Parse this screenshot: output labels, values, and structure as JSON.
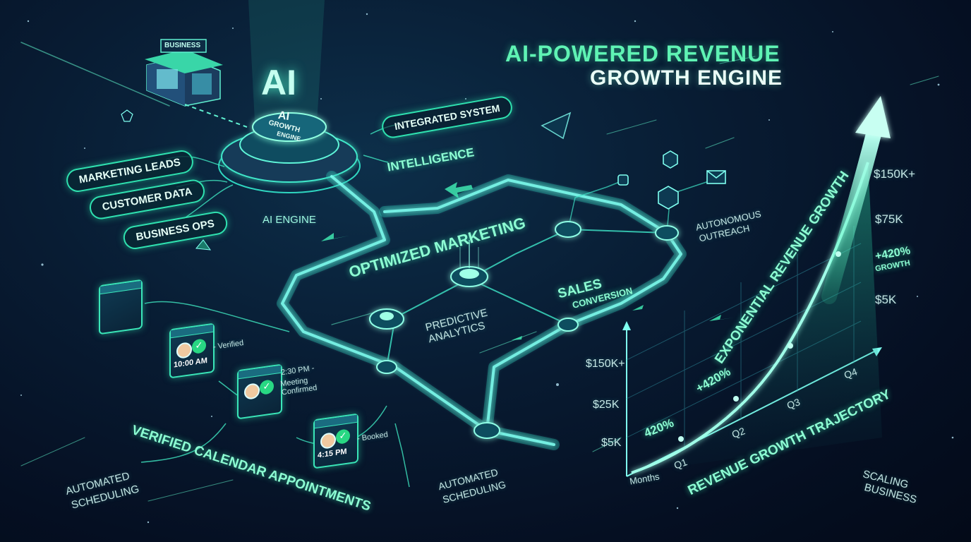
{
  "title": {
    "line1": "AI-POWERED REVENUE",
    "line2": "GROWTH ENGINE"
  },
  "business_sign": "BUSINESS",
  "ai_core": {
    "big_label": "AI",
    "badge_line1": "AI",
    "badge_line2": "GROWTH",
    "badge_line3": "ENGINE",
    "caption": "AI ENGINE"
  },
  "inputs": [
    "MARKETING LEADS",
    "CUSTOMER DATA",
    "BUSINESS OPS"
  ],
  "integrated_system": "INTEGRATED SYSTEM",
  "intelligence": "INTELLIGENCE",
  "pipeline": {
    "optimized_marketing": "OPTIMIZED MARKETING",
    "predictive_analytics": "PREDICTIVE\nANALYTICS",
    "sales_conversion_1": "SALES",
    "sales_conversion_2": "CONVERSION",
    "autonomous_outreach_1": "AUTONOMOUS",
    "autonomous_outreach_2": "OUTREACH",
    "automated_scheduling_1": "AUTOMATED",
    "automated_scheduling_2": "SCHEDULING"
  },
  "calendar": {
    "heading": "VERIFIED CALENDAR APPOINTMENTS",
    "left_label_1": "AUTOMATED",
    "left_label_2": "SCHEDULING",
    "appointments": [
      {
        "time": "10:00 AM",
        "status": "- Verified"
      },
      {
        "time": "2:30 PM -",
        "status": "Meeting\nConfirmed"
      },
      {
        "time": "4:15 PM",
        "status": "- Booked"
      }
    ]
  },
  "growth_chart": {
    "y_ticks": [
      "$150K+",
      "$25K",
      "$5K"
    ],
    "x_axis_label": "Months",
    "quarters": [
      "Q1",
      "Q2",
      "Q3",
      "Q4"
    ],
    "pct_low": "420%",
    "pct_mid": "+420%",
    "exponential_label": "EXPONENTIAL REVENUE GROWTH",
    "trajectory_label": "REVENUE GROWTH TRAJECTORY",
    "right_ticks": [
      "$150K+",
      "$75K",
      "$5K"
    ],
    "right_growth_pct": "+420%",
    "right_growth_word": "GROWTH",
    "scaling_1": "SCALING",
    "scaling_2": "BUSINESS"
  },
  "colors": {
    "accent": "#3df2b0",
    "background": "#061428",
    "title_green": "#5ff3b4"
  }
}
